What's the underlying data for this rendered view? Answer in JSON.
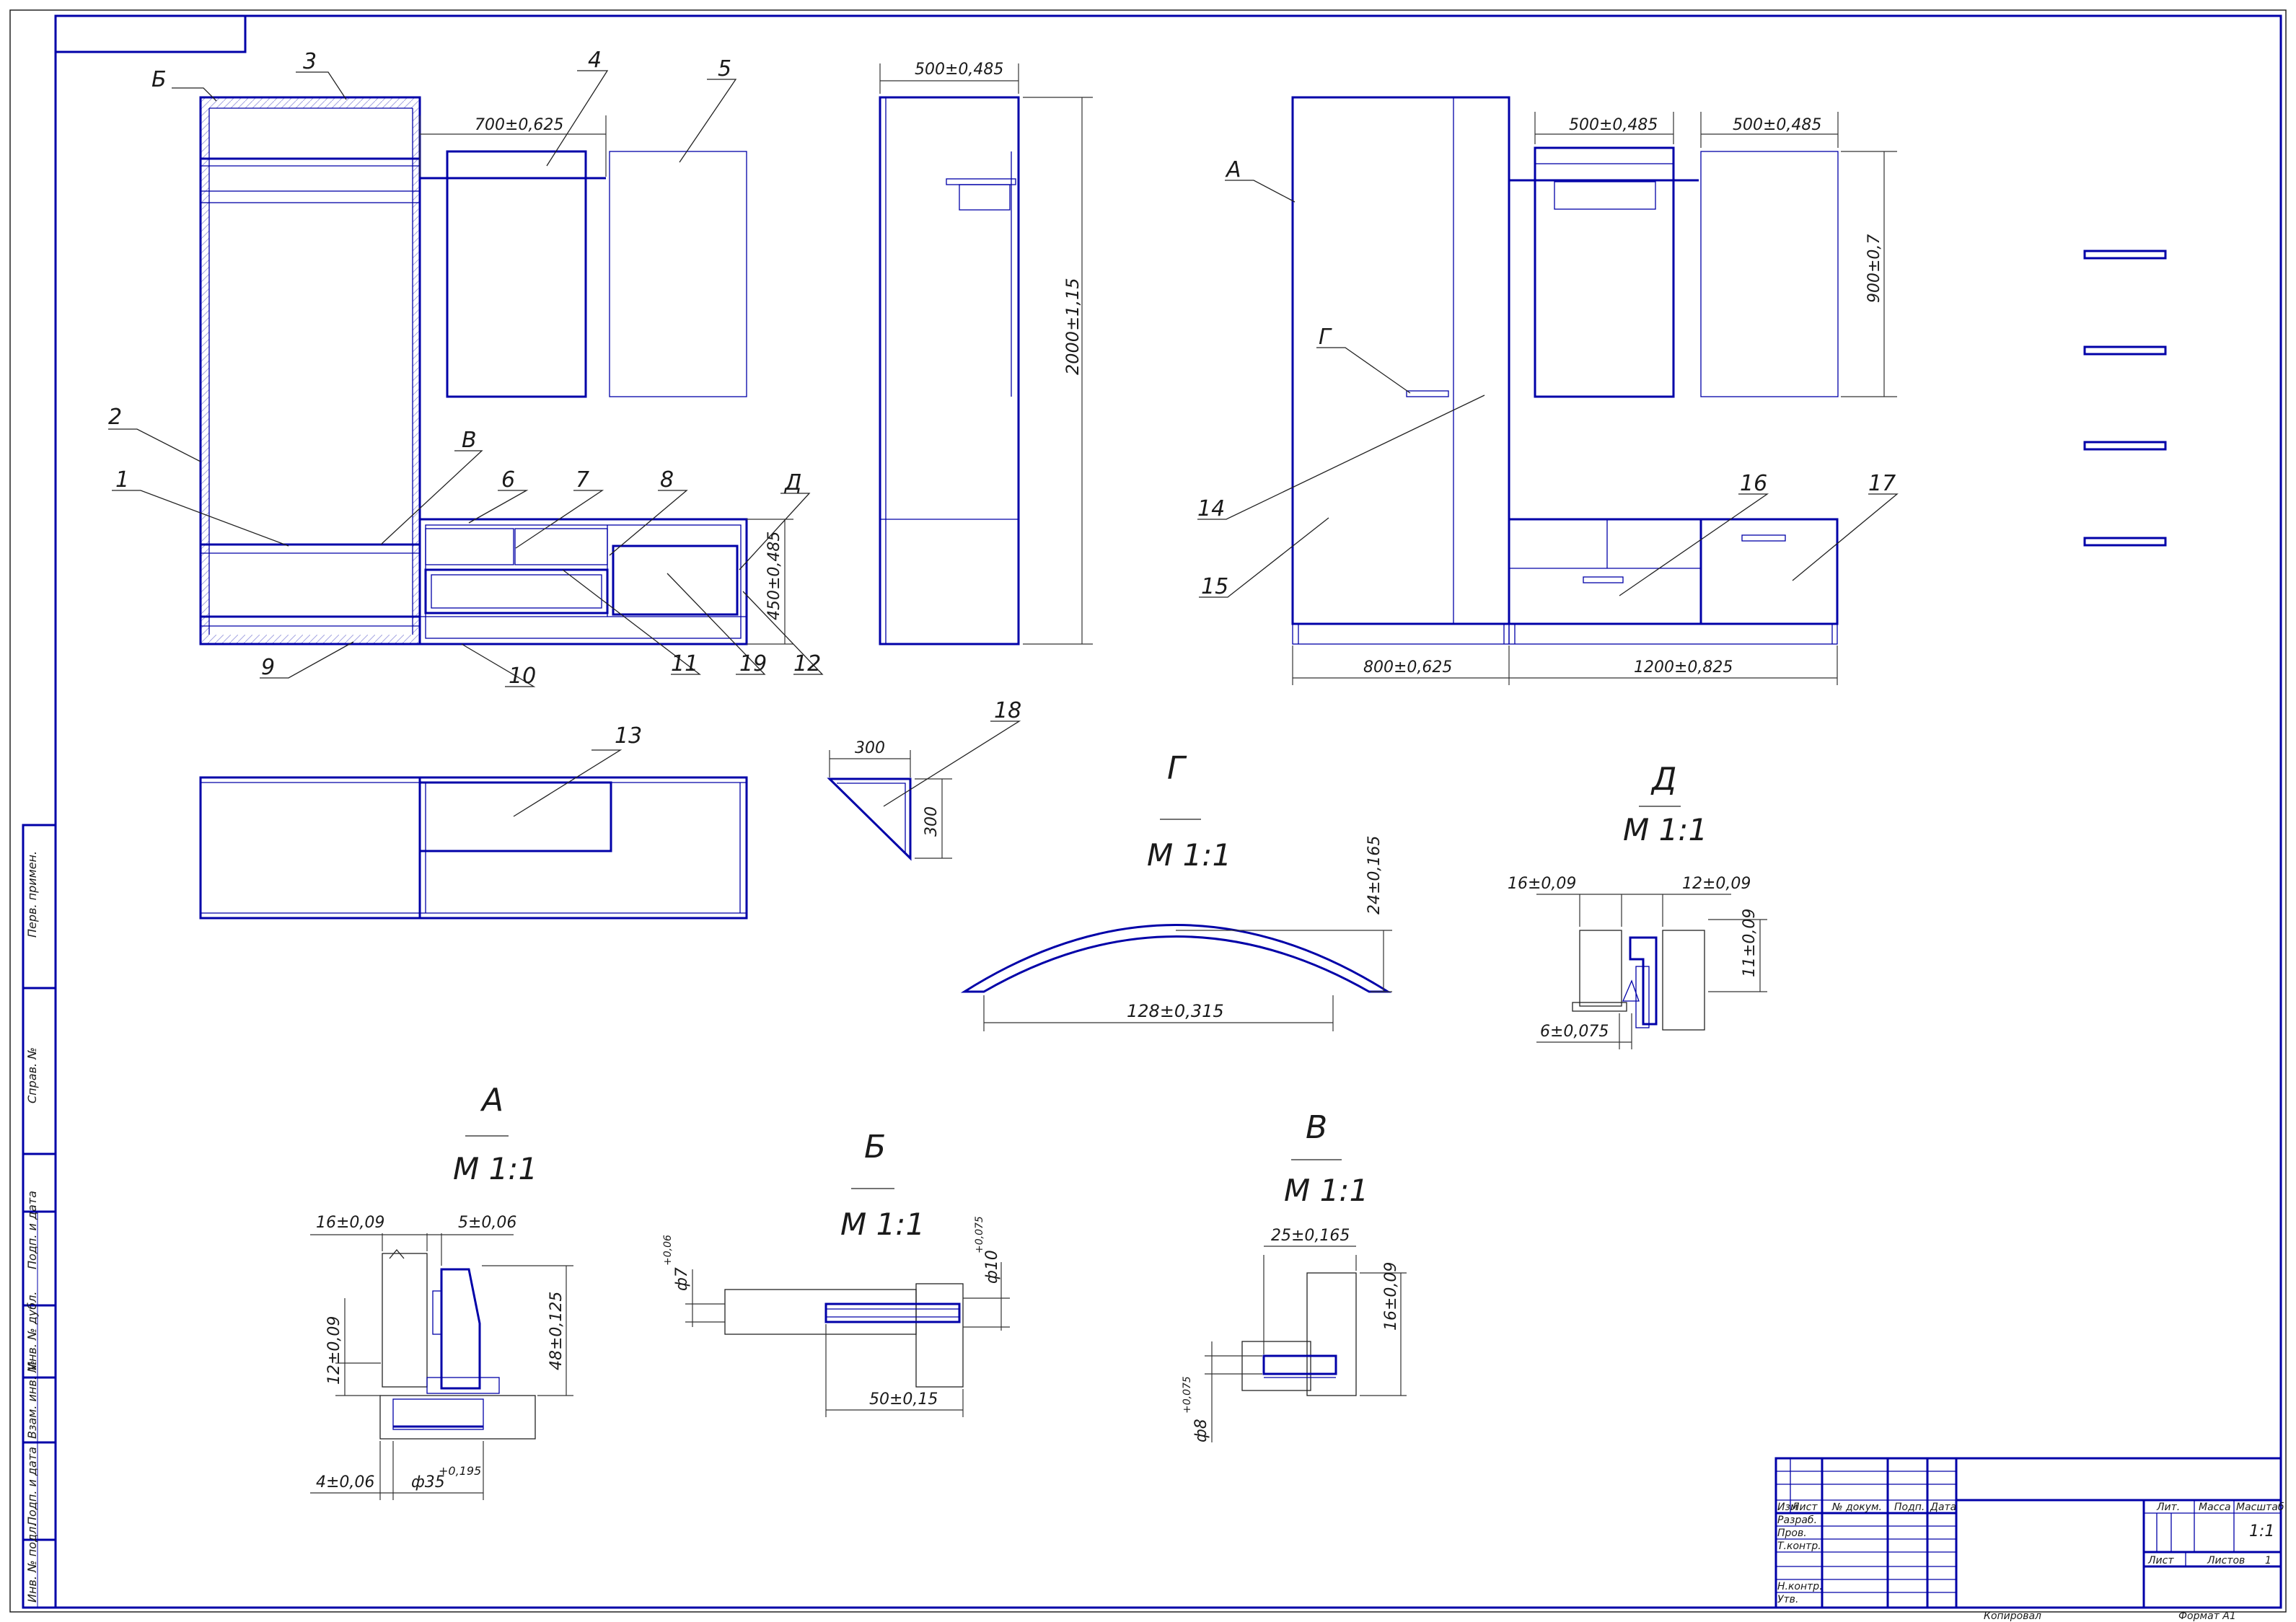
{
  "colors": {
    "line": "#0000a8",
    "dim": "#333333",
    "background": "#ffffff"
  },
  "front_view": {
    "callouts": [
      "Б",
      "3",
      "4",
      "5",
      "2",
      "В",
      "6",
      "7",
      "8",
      "Д",
      "1",
      "9",
      "10",
      "11",
      "19",
      "12"
    ],
    "dims": {
      "width_700": "700±0,625",
      "height_450": "450±0,485"
    }
  },
  "side_view": {
    "dims": {
      "width_500": "500±0,485",
      "height_2000": "2000±1,15"
    }
  },
  "facade_view": {
    "callouts": [
      "А",
      "Г",
      "14",
      "15",
      "16",
      "17"
    ],
    "dims": {
      "mirror_w": "500±0,485",
      "panel_w": "500±0,485",
      "panel_h": "900±0,7",
      "wardrobe_w": "800±0,625",
      "console_w": "1200±0,825"
    }
  },
  "plan_view": {
    "callouts": [
      "13"
    ]
  },
  "shelf_view": {
    "callout": "18",
    "dims": {
      "w": "300",
      "h": "300"
    }
  },
  "handle_detail": {
    "letter": "Г",
    "scale": "М 1:1",
    "dims": {
      "h": "24±0,165",
      "w": "128±0,315"
    }
  },
  "detail_d": {
    "letter": "Д",
    "scale": "М 1:1",
    "dims": {
      "a": "16±0,09",
      "b": "12±0,09",
      "c": "11±0,09",
      "d": "6±0,075"
    }
  },
  "detail_a": {
    "letter": "А",
    "scale": "М 1:1",
    "dims": {
      "a": "16±0,09",
      "b": "5±0,06",
      "c": "12±0,09",
      "d": "48±0,125",
      "e": "4±0,06",
      "f_base": "ф35",
      "f_tol": "+0,195"
    }
  },
  "detail_b": {
    "letter": "Б",
    "scale": "М 1:1",
    "dims": {
      "d7_base": "ф7",
      "d7_tol": "+0,06",
      "d10_base": "ф10",
      "d10_tol": "+0,075",
      "len": "50±0,15"
    }
  },
  "detail_v": {
    "letter": "В",
    "scale": "М 1:1",
    "dims": {
      "a": "25±0,165",
      "b": "16±0,09",
      "c_base": "ф8",
      "c_tol": "+0,075"
    }
  },
  "side_strip": [
    "Перв. примен.",
    "Справ. №",
    "Подп. и дата",
    "Инв. № дубл.",
    "Взам. инв. №",
    "Подп. и дата",
    "Инв. № подл."
  ],
  "title_block": {
    "headers": [
      "Изм",
      "Лист",
      "№ докум.",
      "Подп.",
      "Дата"
    ],
    "rows": [
      "Разраб.",
      "Пров.",
      "Т.контр.",
      "Н.контр.",
      "Утв."
    ],
    "lit_label": "Лит.",
    "mass_label": "Масса",
    "scale_label": "Масштаб",
    "scale_value": "1:1",
    "sheet_label": "Лист",
    "sheets_label": "Листов",
    "sheets_value": "1",
    "copied": "Копировал",
    "format": "Формат    А1"
  }
}
